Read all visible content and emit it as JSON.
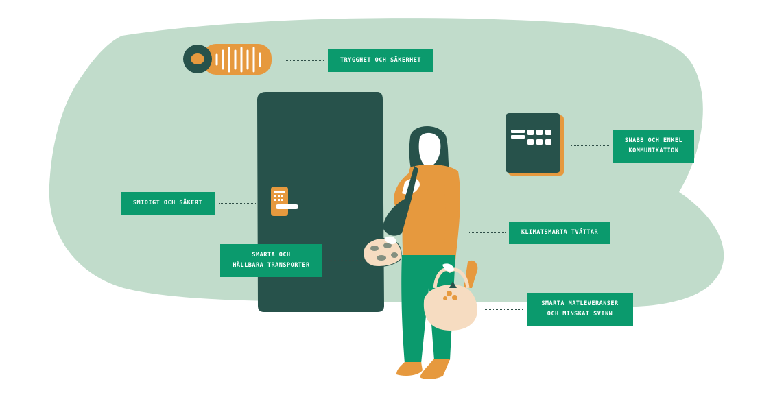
{
  "labels": {
    "security": [
      "Trygghet och säkerhet"
    ],
    "communication": [
      "Snabb och enkel",
      "kommunikation"
    ],
    "smooth": [
      "Smidigt och säkert"
    ],
    "laundry": [
      "Klimatsmarta tvättar"
    ],
    "transport": [
      "Smarta och",
      "hållbara transporter"
    ],
    "food": [
      "Smarta matleveranser",
      "och minskat svinn"
    ]
  },
  "colors": {
    "blob": "#c1dccb",
    "door": "#27524b",
    "accent": "#e6993e",
    "label_bg": "#0b9a6d",
    "pants": "#0b9a6d",
    "bag": "#f6dcc1",
    "skin": "#ffffff"
  },
  "icons": [
    "key-tag-icon",
    "intercom-panel-icon",
    "door-keypad-icon",
    "bike-helmet-icon",
    "grocery-bag-icon"
  ]
}
